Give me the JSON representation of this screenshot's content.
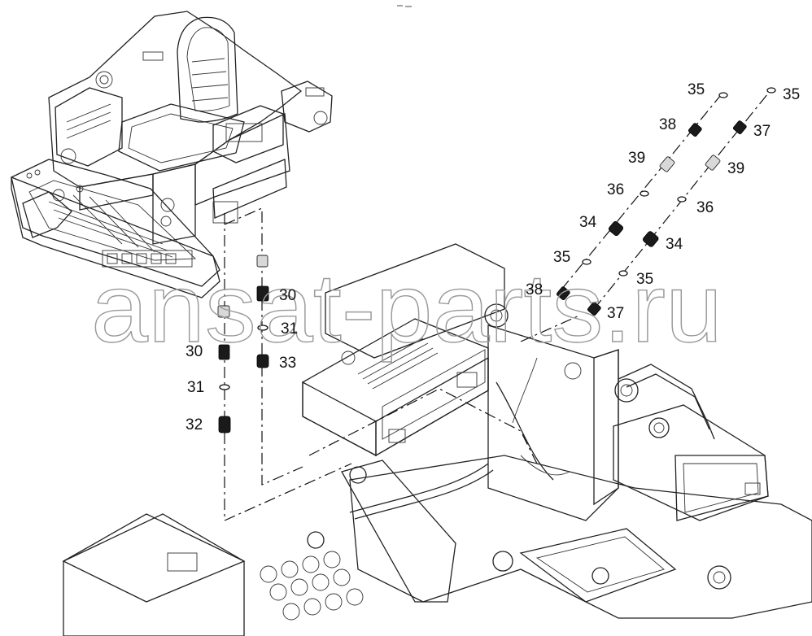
{
  "diagram": {
    "type": "exploded-parts-view",
    "callouts": {
      "c30a": "30",
      "c30b": "30",
      "c31a": "31",
      "c31b": "31",
      "c32": "32",
      "c33": "33",
      "c34a": "34",
      "c34b": "34",
      "c35a": "35",
      "c35b": "35",
      "c35c": "35",
      "c35d": "35",
      "c36a": "36",
      "c36b": "36",
      "c37a": "37",
      "c37b": "37",
      "c38a": "38",
      "c38b": "38",
      "c39a": "39",
      "c39b": "39"
    }
  },
  "watermark": {
    "text": "ansat-parts.ru"
  },
  "colors": {
    "line": "#222222",
    "watermark": "#9a9a9a",
    "background": "#ffffff"
  }
}
